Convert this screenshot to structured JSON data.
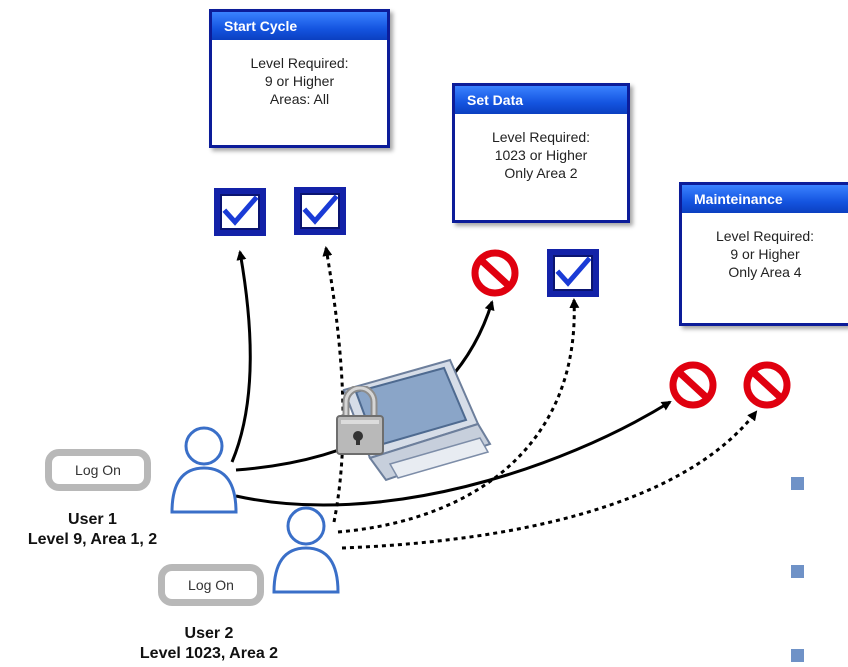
{
  "permissions": [
    {
      "title": "Start Cycle",
      "lines": [
        "Level Required:",
        "9 or Higher",
        "Areas: All"
      ]
    },
    {
      "title": "Set Data",
      "lines": [
        "Level Required:",
        "1023 or Higher",
        "Only Area 2"
      ]
    },
    {
      "title": "Mainteinance",
      "lines": [
        "Level Required:",
        "9 or Higher",
        "Only Area 4"
      ]
    }
  ],
  "users": [
    {
      "button": "Log On",
      "name": "User 1",
      "details": "Level 9, Area 1, 2"
    },
    {
      "button": "Log On",
      "name": "User 2",
      "details": "Level 1023, Area 2"
    }
  ],
  "results": {
    "start_cycle": [
      "allowed",
      "allowed"
    ],
    "set_data": [
      "denied",
      "allowed"
    ],
    "maintenance": [
      "denied",
      "denied"
    ]
  },
  "colors": {
    "box_border": "#0c1c99",
    "header_blue": "#1454e0",
    "check_fill": "#1322a8",
    "deny_red": "#e0000f",
    "bullet": "#6f92c7",
    "user_outline": "#3a6fc8"
  },
  "icons": {
    "allowed": "checkbox-checked-icon",
    "denied": "prohibited-icon",
    "user": "user-icon",
    "computer": "computer-monitor-icon",
    "lock": "padlock-icon"
  }
}
